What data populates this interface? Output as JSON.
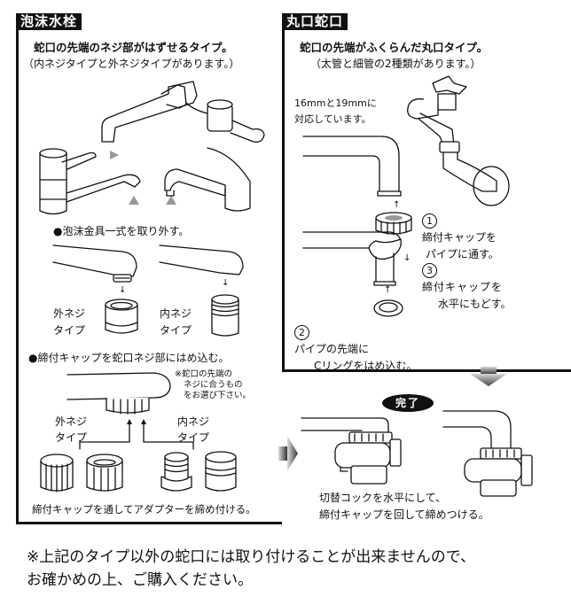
{
  "left_panel": {
    "title": "泡沫水栓",
    "subtitle": "蛇口の先端のネジ部がはずせるタイプ。",
    "subtitle_note": "（内ネジタイプと外ネジタイプがあります。）",
    "step1": "●泡沫金具一式を取り外す。",
    "outer_type_label": [
      "外ネジ",
      "タイプ"
    ],
    "inner_type_label": [
      "内ネジ",
      "タイプ"
    ],
    "step2": "●締付キャップを蛇口ネジ部にはめ込む。",
    "step2_note": [
      "※蛇口の先端の",
      "ネジに合うもの",
      "をお選び下さい。"
    ],
    "step2_outer_label": [
      "外ネジ",
      "タイプ"
    ],
    "step2_inner_label": [
      "内ネジ",
      "タイプ"
    ],
    "step3": "締付キャップを通してアダプターを締め付ける。"
  },
  "right_panel": {
    "title": "丸口蛇口",
    "subtitle": "蛇口の先端がふくらんだ丸口タイプ。",
    "subtitle_note": "（太管と細管の2種類があります。）",
    "size_note": [
      "16mmと19mmに",
      "対応しています。"
    ],
    "step1_num": "1",
    "step1": [
      "締付キャップを",
      "パイプに通す。"
    ],
    "step2_num": "2",
    "step2": [
      "パイプの先端に",
      "Cリングをはめ込む。"
    ],
    "step3_num": "3",
    "step3": [
      "締付キャップを",
      "水平にもどす。"
    ]
  },
  "complete": {
    "badge": "完了",
    "instruction": [
      "切替コックを水平にして、",
      "締付キャップを回して締めつける。"
    ]
  },
  "footnote": [
    "※上記のタイプ以外の蛇口には取り付けることが出来ませんので、",
    "お確かめの上、ご購入ください。"
  ],
  "colors": {
    "ink": "#111111",
    "arrow_gray": "#888888",
    "background": "#ffffff"
  }
}
